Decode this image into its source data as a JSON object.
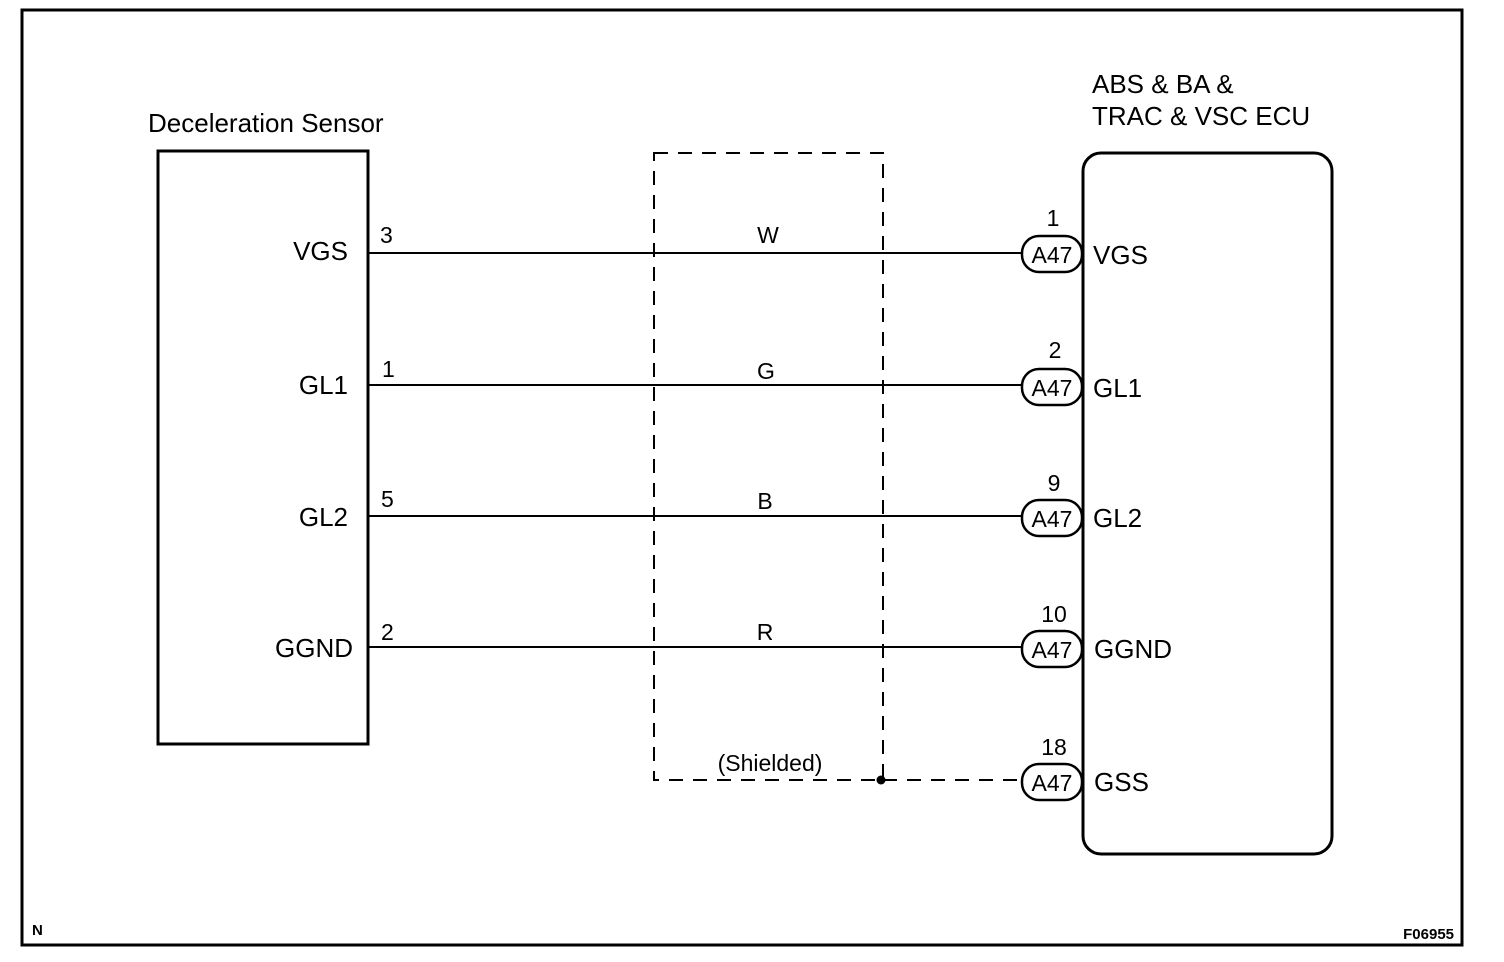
{
  "sensor": {
    "title": "Deceleration Sensor",
    "terminals": [
      "VGS",
      "GL1",
      "GL2",
      "GGND"
    ],
    "pins": [
      "3",
      "1",
      "5",
      "2"
    ]
  },
  "ecu": {
    "title_line1": "ABS & BA &",
    "title_line2": "TRAC & VSC  ECU",
    "connector": "A47",
    "terminals": [
      "VGS",
      "GL1",
      "GL2",
      "GGND",
      "GSS"
    ],
    "pins": [
      "1",
      "2",
      "9",
      "10",
      "18"
    ]
  },
  "wires": [
    "W",
    "G",
    "B",
    "R"
  ],
  "shield_label": "(Shielded)",
  "corner_left": "N",
  "figure_id": "F06955"
}
